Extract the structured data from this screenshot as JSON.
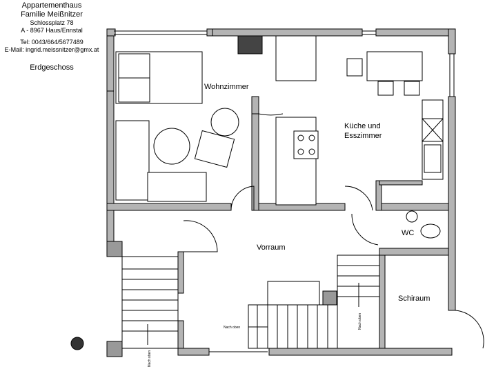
{
  "header": {
    "line1": "Appartementhaus",
    "line2": "Familie Meißnitzer",
    "address1": "Schlossplatz 78",
    "address2": "A - 8967 Haus/Ennstal",
    "phone": "Tel: 0043/664/5677489",
    "email": "E-Mail: ingrid.meissnitzer@gmx.at",
    "floor": "Erdgeschoss"
  },
  "rooms": {
    "living": "Wohnzimmer",
    "kitchen_1": "Küche und",
    "kitchen_2": "Esszimmer",
    "hall": "Vorraum",
    "wc": "WC",
    "ski": "Schiraum"
  },
  "stairs": {
    "up_1": "Nach oben",
    "up_2": "Nach oben",
    "up_3": "Nach oben"
  },
  "colors": {
    "wall": "#b4b4b4",
    "line": "#000000"
  }
}
